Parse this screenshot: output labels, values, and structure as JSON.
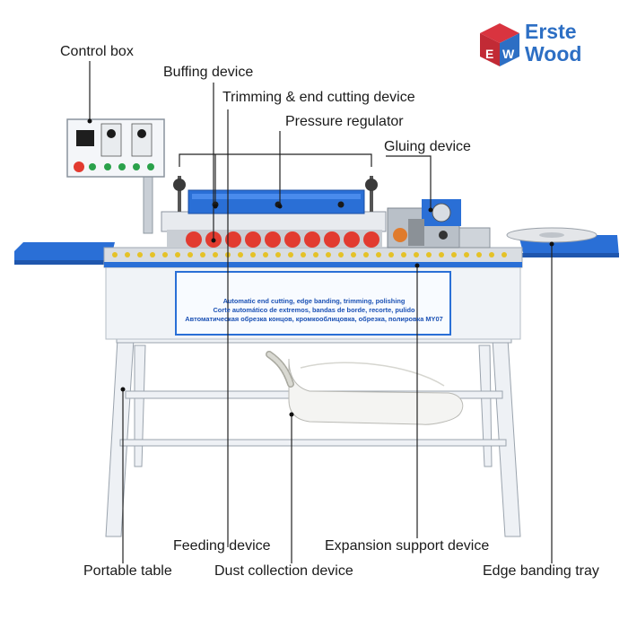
{
  "logo": {
    "line1": "Erste",
    "line2": "Wood",
    "icon_letters": [
      "E",
      "W"
    ],
    "colors": {
      "red": "#d9343f",
      "blue": "#2d6fc4"
    }
  },
  "callouts": {
    "control_box": "Control box",
    "buffing_device": "Buffing device",
    "trimming_end_cutting": "Trimming & end cutting device",
    "pressure_regulator": "Pressure regulator",
    "gluing_device": "Gluing device",
    "feeding_device": "Feeding device",
    "expansion_support": "Expansion support device",
    "portable_table": "Portable table",
    "dust_collection": "Dust collection device",
    "edge_banding_tray": "Edge banding tray"
  },
  "machine_panel": {
    "line1": "Automatic end cutting, edge banding, trimming, polishing",
    "line2": "Corte automático de extremos, bandas de borde, recorte, pulido",
    "line3": "Автоматическая обрезка концов, кромкооблицовка, обрезка, полировка  MY07"
  },
  "colors": {
    "machine_blue": "#2a6fd6",
    "frame_white": "#f2f4f7",
    "roller_red": "#e23b30",
    "line": "#222222"
  }
}
